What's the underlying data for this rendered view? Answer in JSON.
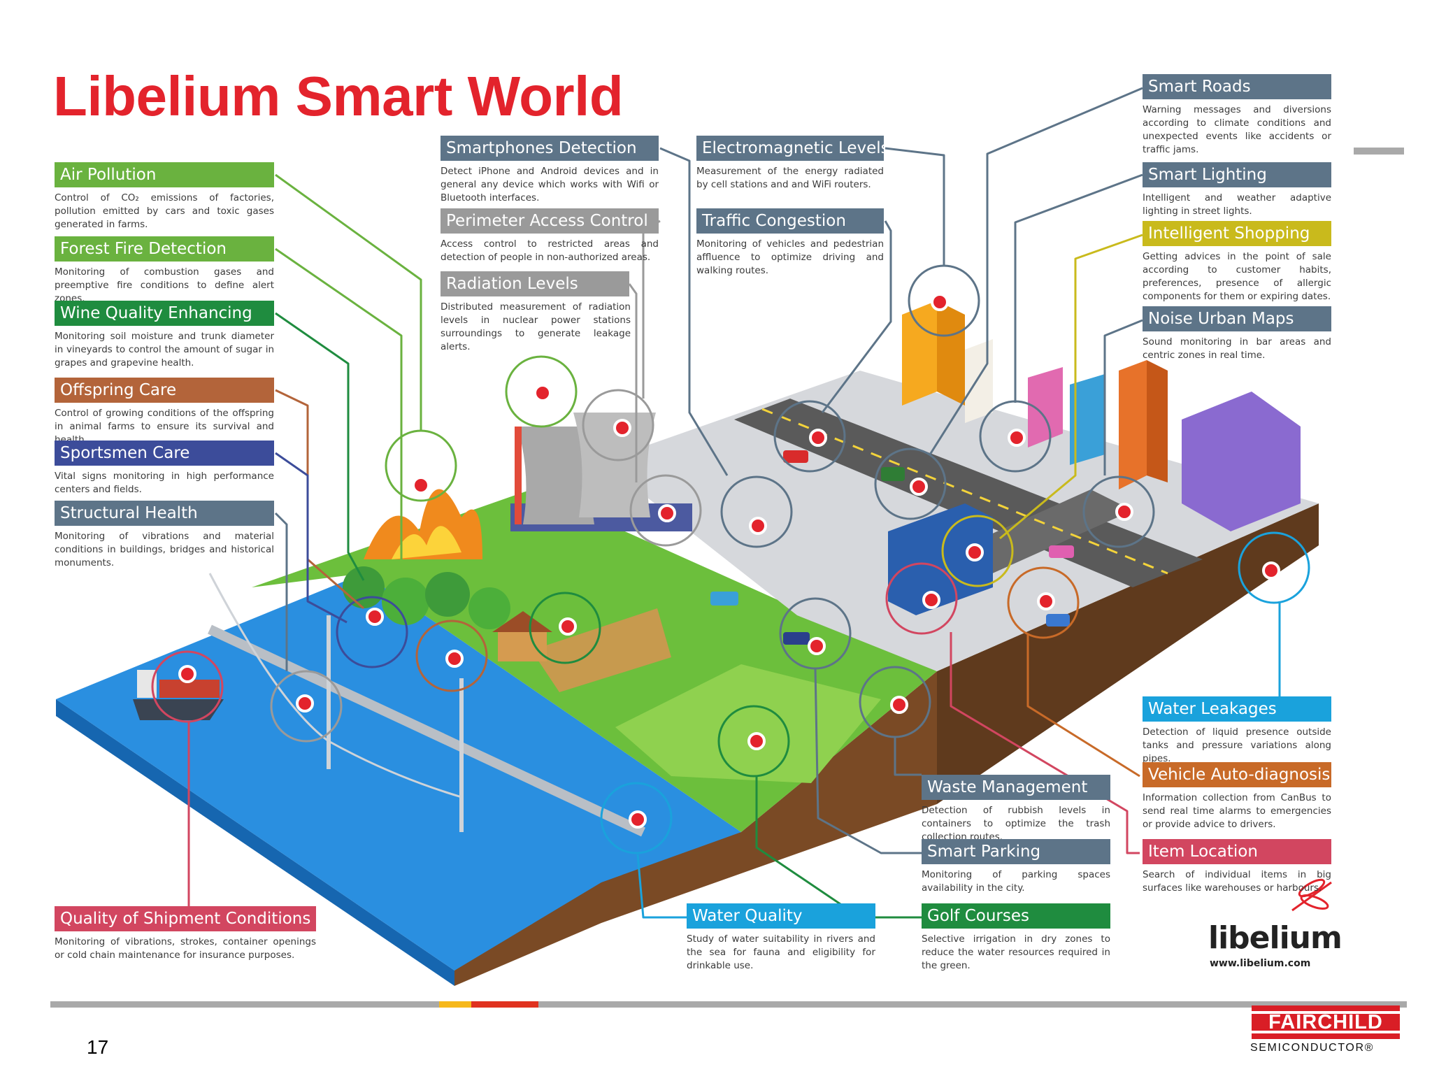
{
  "title": "Libelium Smart World",
  "slide_number": "17",
  "logo": {
    "name": "libelium",
    "url": "www.libelium.com"
  },
  "footer_logo": {
    "name": "FAIRCHILD",
    "tagline": "SEMICONDUCTOR®"
  },
  "colors": {
    "title_red": "#e3232c",
    "green": "#6ab23f",
    "dark_green": "#1f8c3f",
    "brown": "#b3643a",
    "indigo": "#3c4c9a",
    "slate": "#5d7488",
    "gray": "#9a9a9a",
    "yellow": "#c9ba1c",
    "cyan": "#1aa2dc",
    "orange": "#c86a28",
    "crimson": "#d24660"
  },
  "callouts": [
    {
      "id": "air-pollution",
      "title": "Air Pollution",
      "desc": "Control of CO₂ emissions of factories, pollution emitted by cars and toxic gases generated in farms.",
      "color": "#6ab23f"
    },
    {
      "id": "forest-fire",
      "title": "Forest Fire Detection",
      "desc": "Monitoring of combustion gases and preemptive fire conditions to define alert zones.",
      "color": "#6ab23f"
    },
    {
      "id": "wine-quality",
      "title": "Wine Quality Enhancing",
      "desc": "Monitoring soil moisture and trunk diameter in vineyards to control the amount of sugar in grapes and grapevine health.",
      "color": "#1f8c3f"
    },
    {
      "id": "offspring-care",
      "title": "Offspring Care",
      "desc": "Control of growing conditions of the offspring in animal farms to ensure its survival and health.",
      "color": "#b3643a"
    },
    {
      "id": "sportsmen-care",
      "title": "Sportsmen Care",
      "desc": "Vital signs monitoring in high performance centers and fields.",
      "color": "#3c4c9a"
    },
    {
      "id": "structural-health",
      "title": "Structural Health",
      "desc": "Monitoring of vibrations and material conditions in buildings, bridges and historical monuments.",
      "color": "#5d7488"
    },
    {
      "id": "shipment-conditions",
      "title": "Quality of Shipment Conditions",
      "desc": "Monitoring of vibrations, strokes, container openings or cold chain maintenance for insurance purposes.",
      "color": "#d24660"
    },
    {
      "id": "smartphones-detection",
      "title": "Smartphones Detection",
      "desc": "Detect iPhone and Android devices and in general any device which works with Wifi or Bluetooth interfaces.",
      "color": "#5d7488"
    },
    {
      "id": "perimeter-access",
      "title": "Perimeter Access Control",
      "desc": "Access control to restricted areas and detection of people in non-authorized areas.",
      "color": "#9a9a9a"
    },
    {
      "id": "radiation-levels",
      "title": "Radiation Levels",
      "desc": "Distributed measurement of radiation levels in nuclear power stations surroundings to generate leakage alerts.",
      "color": "#9a9a9a"
    },
    {
      "id": "electromagnetic-levels",
      "title": "Electromagnetic Levels",
      "desc": "Measurement of the energy radiated by cell stations and and WiFi routers.",
      "color": "#5d7488"
    },
    {
      "id": "traffic-congestion",
      "title": "Traffic Congestion",
      "desc": "Monitoring of vehicles and pedestrian affluence to optimize driving and walking routes.",
      "color": "#5d7488"
    },
    {
      "id": "smart-roads",
      "title": "Smart Roads",
      "desc": "Warning messages and diversions according to climate conditions and unexpected events like accidents or traffic jams.",
      "color": "#5d7488"
    },
    {
      "id": "smart-lighting",
      "title": "Smart Lighting",
      "desc": "Intelligent and weather adaptive lighting in street lights.",
      "color": "#5d7488"
    },
    {
      "id": "intelligent-shopping",
      "title": "Intelligent Shopping",
      "desc": "Getting advices in the point of sale according to customer habits, preferences, presence of allergic components for them or expiring dates.",
      "color": "#c9ba1c"
    },
    {
      "id": "noise-urban-maps",
      "title": "Noise Urban Maps",
      "desc": "Sound monitoring in bar areas and centric zones in real time.",
      "color": "#5d7488"
    },
    {
      "id": "water-leakages",
      "title": "Water Leakages",
      "desc": "Detection of liquid presence outside tanks and pressure variations along pipes.",
      "color": "#1aa2dc"
    },
    {
      "id": "vehicle-auto-diagnosis",
      "title": "Vehicle Auto-diagnosis",
      "desc": "Information collection from CanBus to send real time alarms to emergencies or provide advice to drivers.",
      "color": "#c86a28"
    },
    {
      "id": "item-location",
      "title": "Item Location",
      "desc": "Search of individual items in big surfaces like warehouses or harbours.",
      "color": "#d24660"
    },
    {
      "id": "waste-management",
      "title": "Waste Management",
      "desc": "Detection of rubbish levels in containers to optimize the trash collection routes.",
      "color": "#5d7488"
    },
    {
      "id": "smart-parking",
      "title": "Smart Parking",
      "desc": "Monitoring of parking spaces availability in the city.",
      "color": "#5d7488"
    },
    {
      "id": "golf-courses",
      "title": "Golf Courses",
      "desc": "Selective irrigation in dry zones to reduce the water resources required in the green.",
      "color": "#1f8c3f"
    },
    {
      "id": "water-quality",
      "title": "Water Quality",
      "desc": "Study of water suitability in rivers and the sea for fauna and eligibility for drinkable use.",
      "color": "#1aa2dc"
    }
  ]
}
